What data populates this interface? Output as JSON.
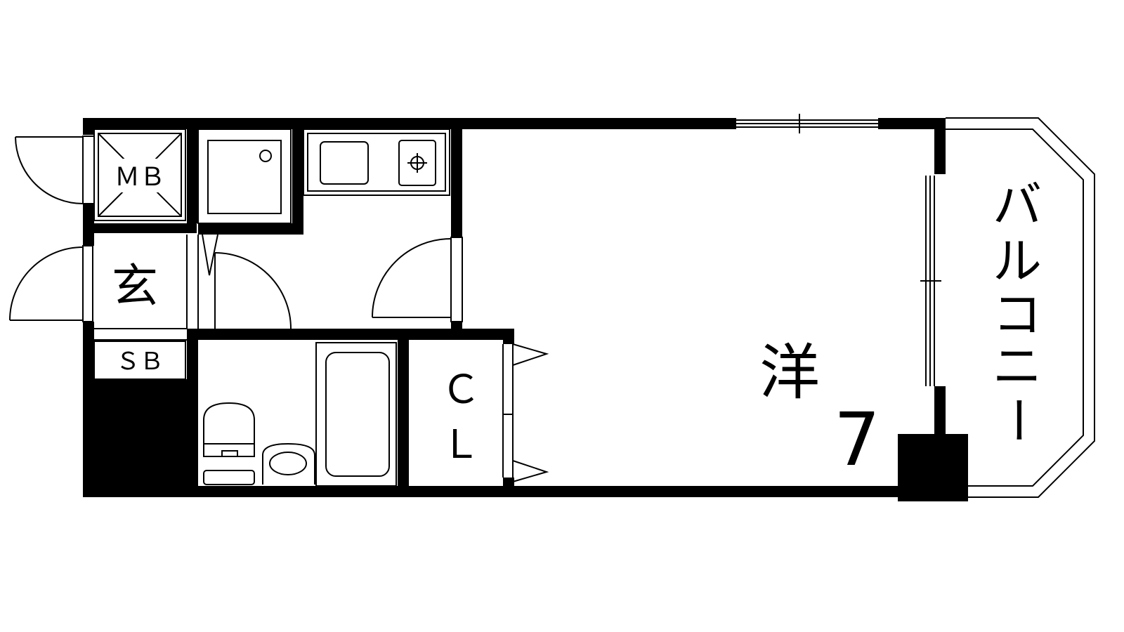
{
  "floor_plan": {
    "rooms": {
      "meter_box": "ＭＢ",
      "entrance": "玄",
      "shoe_box": "ＳＢ",
      "closet_top": "Ｃ",
      "closet_bottom": "Ｌ",
      "western_room": "洋",
      "western_room_size": "7",
      "balcony": [
        "バ",
        "ル",
        "コ",
        "ニ",
        "ー"
      ]
    },
    "colors": {
      "wall": "#000000",
      "background": "#ffffff"
    }
  }
}
